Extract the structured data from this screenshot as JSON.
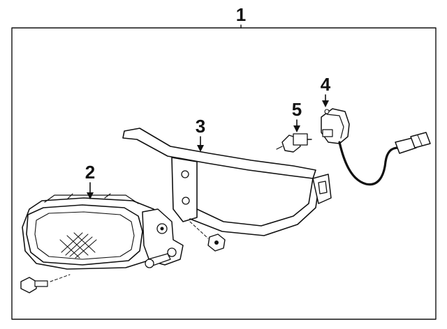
{
  "diagram": {
    "assembly_callout": "1",
    "callouts": [
      {
        "id": "lamp-housing",
        "label": "2"
      },
      {
        "id": "mounting-bracket",
        "label": "3"
      },
      {
        "id": "bulb-socket-harness",
        "label": "4"
      },
      {
        "id": "bulb",
        "label": "5"
      }
    ]
  }
}
